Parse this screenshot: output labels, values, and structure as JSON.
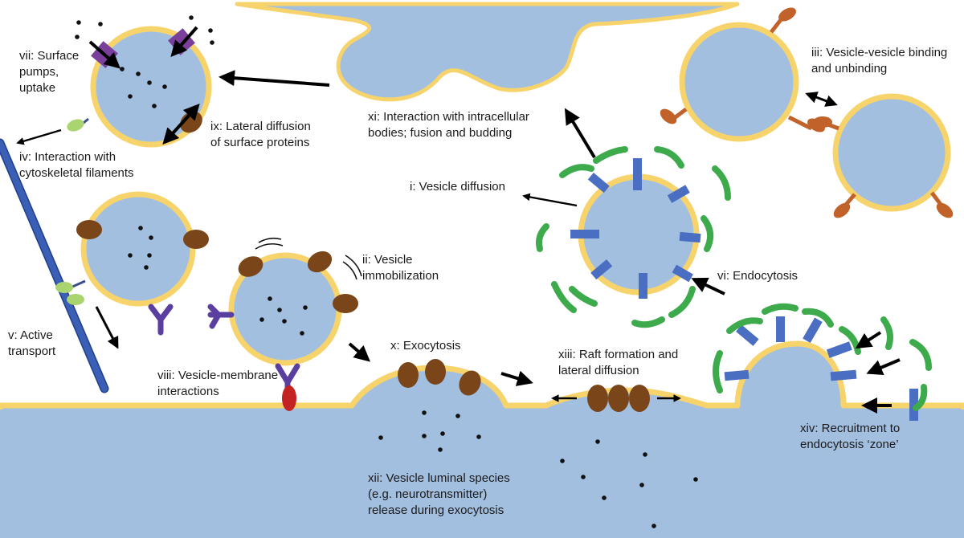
{
  "labels": {
    "vii": [
      "vii: Surface",
      "pumps,",
      "uptake"
    ],
    "iv": [
      "iv: Interaction with",
      "cytoskeletal filaments"
    ],
    "ix": [
      "ix: Lateral diffusion",
      "of surface proteins"
    ],
    "xi": [
      "xi: Interaction with intracellular",
      "bodies; fusion and budding"
    ],
    "iii": [
      "iii: Vesicle-vesicle binding",
      "and unbinding"
    ],
    "i": [
      "i: Vesicle diffusion"
    ],
    "ii": [
      "ii: Vesicle",
      "immobilization"
    ],
    "vi": [
      "vi: Endocytosis"
    ],
    "v": [
      "v: Active",
      "transport"
    ],
    "viii": [
      "viii: Vesicle-membrane",
      "interactions"
    ],
    "x": [
      "x: Exocytosis"
    ],
    "xiii": [
      "xiii: Raft formation and",
      "lateral diffusion"
    ],
    "xiv": [
      "xiv: Recruitment to",
      "endocytosis ‘zone’"
    ],
    "xii": [
      "xii: Vesicle luminal species",
      "(e.g. neurotransmitter)",
      "release during exocytosis"
    ]
  },
  "colors": {
    "lumen": "#a3bfe0",
    "membrane": "#f7d36c",
    "receptor": "#7a4518",
    "pump": "#7a3f9a",
    "linker": "#5a3fa0",
    "anchor": "#c42324",
    "green_protein": "#a9d46f",
    "clathrin": "#3daa4b",
    "cargo": "#4a6ec2",
    "binder": "#c0622a",
    "filament": "#3a5fb5",
    "arrow": "#000000"
  }
}
